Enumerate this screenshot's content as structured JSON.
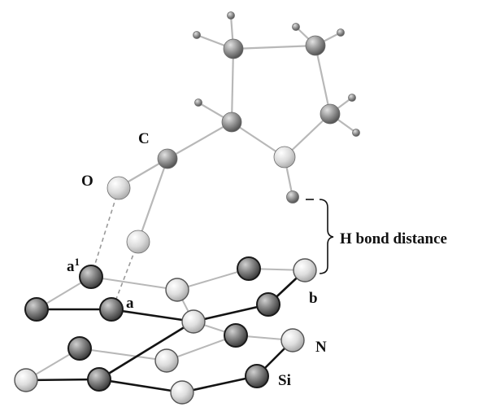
{
  "labels": {
    "carbon": "C",
    "oxygen": "O",
    "a1_base": "a",
    "a1_sup": "1",
    "a": "a",
    "b": "b",
    "nitrogen": "N",
    "silicon": "Si",
    "h_bond": "H bond distance"
  },
  "colors": {
    "background": "#ffffff",
    "bond_light": "#b8b8b8",
    "bond_dark": "#141414",
    "dash": "#9a9a9a",
    "atom_dark": "#7e7e7e",
    "atom_light": "#d8d8d8",
    "atom_mol": "#8a8a8a",
    "label": "#111111"
  }
}
